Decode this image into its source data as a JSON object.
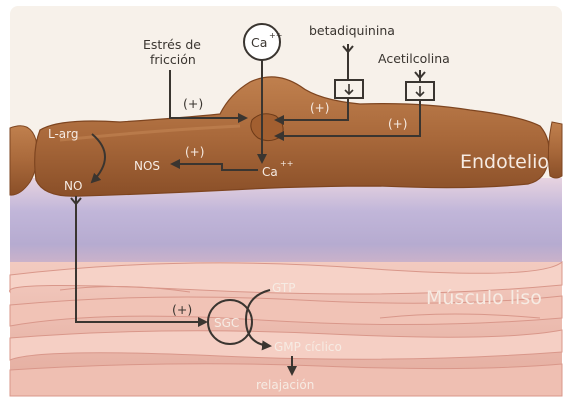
{
  "labels": {
    "estres_line1": "Estrés de",
    "estres_line2": "fricción",
    "ca_circle": "Ca",
    "ca_circle_sup": "++",
    "betadiquinina": "betadiquinina",
    "acetilcolina": "Acetilcolina",
    "plus_friction": "(+)",
    "plus_beta": "(+)",
    "plus_acetil": "(+)",
    "l_arg": "L-arg",
    "nos": "NOS",
    "plus_nos": "(+)",
    "ca_inner": "Ca",
    "ca_inner_sup": "++",
    "no": "NO",
    "endotelio": "Endotelio",
    "musculo": "Músculo liso",
    "plus_sgc": "(+)",
    "sgc": "SGC",
    "gtp": "GTP",
    "gmp": "GMP cíclico",
    "relajacion": "relajación"
  },
  "colors": {
    "endothelium": "#a8683a",
    "endothelium_dark": "#7e4520",
    "lumen": "#f7f1ea",
    "interstitium": "#b9aed0",
    "muscle": "#eebdb0",
    "muscle_dark": "#d99a8c",
    "ink": "#3a3530"
  }
}
